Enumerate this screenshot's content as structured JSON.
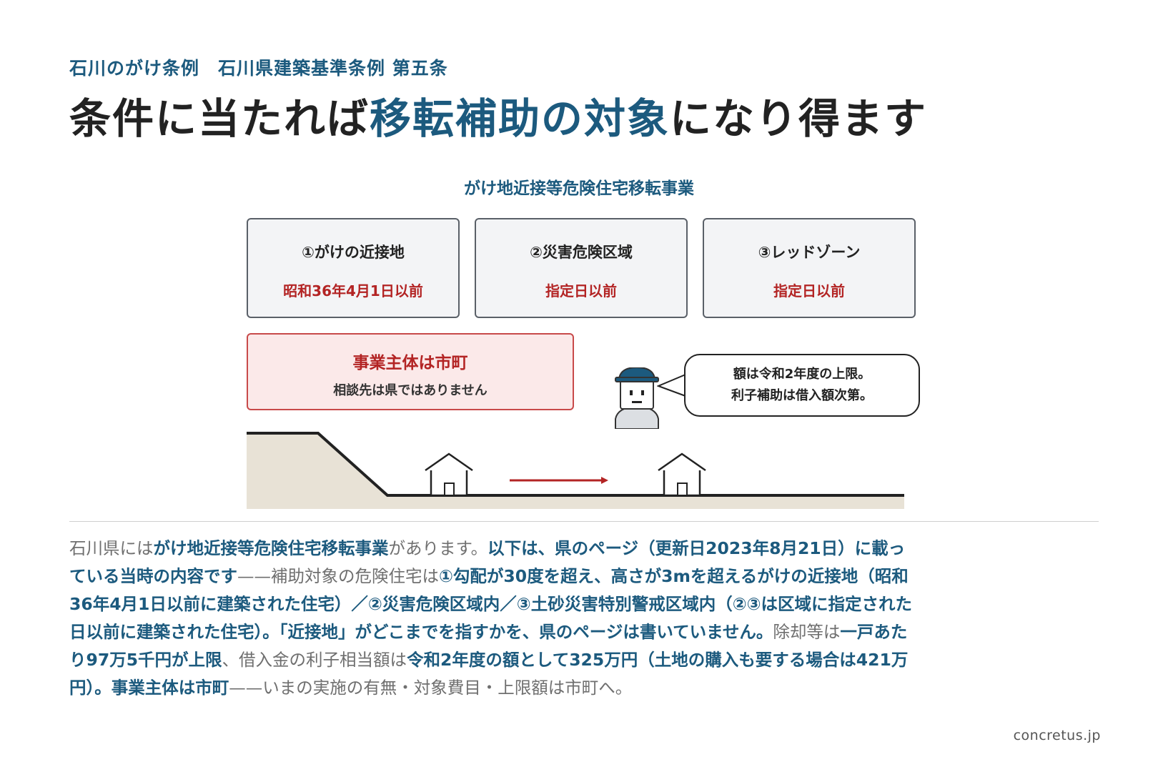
{
  "header": {
    "subtitle": "石川のがけ条例　石川県建築基準条例 第五条",
    "headline_part1": "条件に当たれば",
    "headline_highlight": "移転補助の対象",
    "headline_part2": "になり得ます"
  },
  "diagram": {
    "title": "がけ地近接等危険住宅移転事業",
    "conditions": [
      {
        "name": "①がけの近接地",
        "date": "昭和36年4月1日以前"
      },
      {
        "name": "②災害危険区域",
        "date": "指定日以前"
      },
      {
        "name": "③レッドゾーン",
        "date": "指定日以前"
      }
    ],
    "actor": {
      "main": "事業主体は市町",
      "sub": "相談先は県ではありません"
    },
    "speech": {
      "line1": "額は令和2年度の上限。",
      "line2": "利子補助は借入額次第。"
    }
  },
  "body": {
    "segments": [
      {
        "text": "石川県には",
        "bold": false
      },
      {
        "text": "がけ地近接等危険住宅移転事業",
        "bold": true
      },
      {
        "text": "があります。",
        "bold": false
      },
      {
        "text": "以下は、県のページ（更新日2023年8月21日）に載っている当時の内容です",
        "bold": true
      },
      {
        "text": "——補助対象の危険住宅は",
        "bold": false
      },
      {
        "text": "①勾配が30度を超え、高さが3mを超えるがけの近接地（昭和36年4月1日以前に建築された住宅）／②災害危険区域内／③土砂災害特別警戒区域内（②③は区域に指定された日以前に建築された住宅）。「近接地」がどこまでを指すかを、県のページは書いていません。",
        "bold": true
      },
      {
        "text": "除却等は",
        "bold": false
      },
      {
        "text": "一戸あたり97万5千円が上限",
        "bold": true
      },
      {
        "text": "、借入金の利子相当額は",
        "bold": false
      },
      {
        "text": "令和2年度の額として325万円（土地の購入も要する場合は421万円）。事業主体は市町",
        "bold": true
      },
      {
        "text": "——いまの実施の有無・対象費目・上限額は市町へ。",
        "bold": false
      }
    ]
  },
  "footer": {
    "site": "concretus.jp"
  },
  "colors": {
    "accent": "#1c5a7e",
    "alert": "#b32424",
    "ground": "#e8e2d6"
  }
}
